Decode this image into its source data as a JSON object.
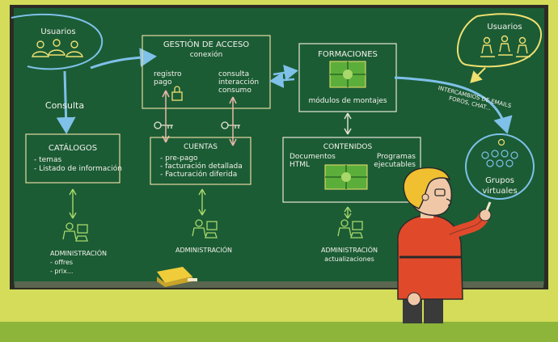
{
  "colors": {
    "wall": "#d4dc5a",
    "board": "#1b5c35",
    "frame": "#2c2c24",
    "chalk": "#f4f2ea",
    "blue_chalk": "#7fc1e8",
    "yellow_chalk": "#f0e070",
    "green_chalk": "#a8d86a",
    "pink_chalk": "#e8b8a8",
    "floor": "#8db53a",
    "teacher_shirt": "#e04a2a",
    "teacher_hair": "#f0c030"
  },
  "users_left": {
    "label": "Usuarios"
  },
  "users_right": {
    "label": "Usuarios"
  },
  "consulta_label": "Consulta",
  "gestion": {
    "title": "GESTIÓN DE ACCESO",
    "subtitle": "conexión",
    "left_line1": "registro",
    "left_line2": "pago",
    "right_line1": "consulta",
    "right_line2": "interacción",
    "right_line3": "consumo"
  },
  "formaciones": {
    "title": "FORMACIONES",
    "caption": "módulos de montajes"
  },
  "exchanges": {
    "line1": "INTERCAMBIOS DE EMAILS",
    "line2": "FOROS, CHAT..."
  },
  "grupos": {
    "line1": "Grupos",
    "line2": "virtuales"
  },
  "catalogos": {
    "title": "CATÁLOGOS",
    "item1": "- temas",
    "item2": "- Listado de información"
  },
  "cuentas": {
    "title": "CUENTAS",
    "item1": "- pre-pago",
    "item2": "- facturación detallada",
    "item3": "- Facturación diferida"
  },
  "contenidos": {
    "title": "CONTENIDOS",
    "left1": "Documentos",
    "left2": "HTML",
    "right1": "Programas",
    "right2": "ejecutables"
  },
  "admin_left": {
    "line1": "ADMINISTRACIÓN",
    "line2": "- offres",
    "line3": "- prix..."
  },
  "admin_mid": {
    "line1": "ADMINISTRACIÓN"
  },
  "admin_right": {
    "line1": "ADMINISTRACIÓN",
    "line2": "actualizaciones"
  }
}
